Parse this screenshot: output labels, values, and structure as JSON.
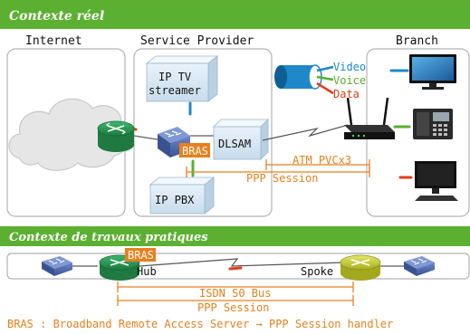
{
  "banner1": {
    "title": "Contexte réel"
  },
  "banner2": {
    "title": "Contexte de travaux pratiques"
  },
  "regions": {
    "internet": "Internet",
    "service_provider": "Service Provider",
    "branch": "Branch"
  },
  "devices": {
    "iptv": [
      "IP TV",
      "streamer"
    ],
    "ip_pbx": "IP PBX",
    "dlsam": "DLSAM",
    "bras_tag_top": "BRAS",
    "bras_tag_bottom": "BRAS",
    "hub": "Hub",
    "spoke": "Spoke"
  },
  "services": [
    {
      "label": "Video",
      "color": "#1e88c8"
    },
    {
      "label": "Voice",
      "color": "#58b030"
    },
    {
      "label": "Data",
      "color": "#e33b1a"
    }
  ],
  "links": {
    "atm": "ATM PVCx3",
    "ppp_top": "PPP Session",
    "isdn": "ISDN S0 Bus",
    "ppp_bottom": "PPP Session"
  },
  "footnote": "BRAS : Broadband Remote Access Server → PPP Session handler",
  "colors": {
    "banner": "#5cb031",
    "accent": "#e8801e",
    "blue": "#1e88c8",
    "green": "#58b030",
    "red": "#e33b1a",
    "router_green": "#2f9a55",
    "router_yellow": "#c9d13a",
    "switch_blue": "#4a66a8"
  }
}
